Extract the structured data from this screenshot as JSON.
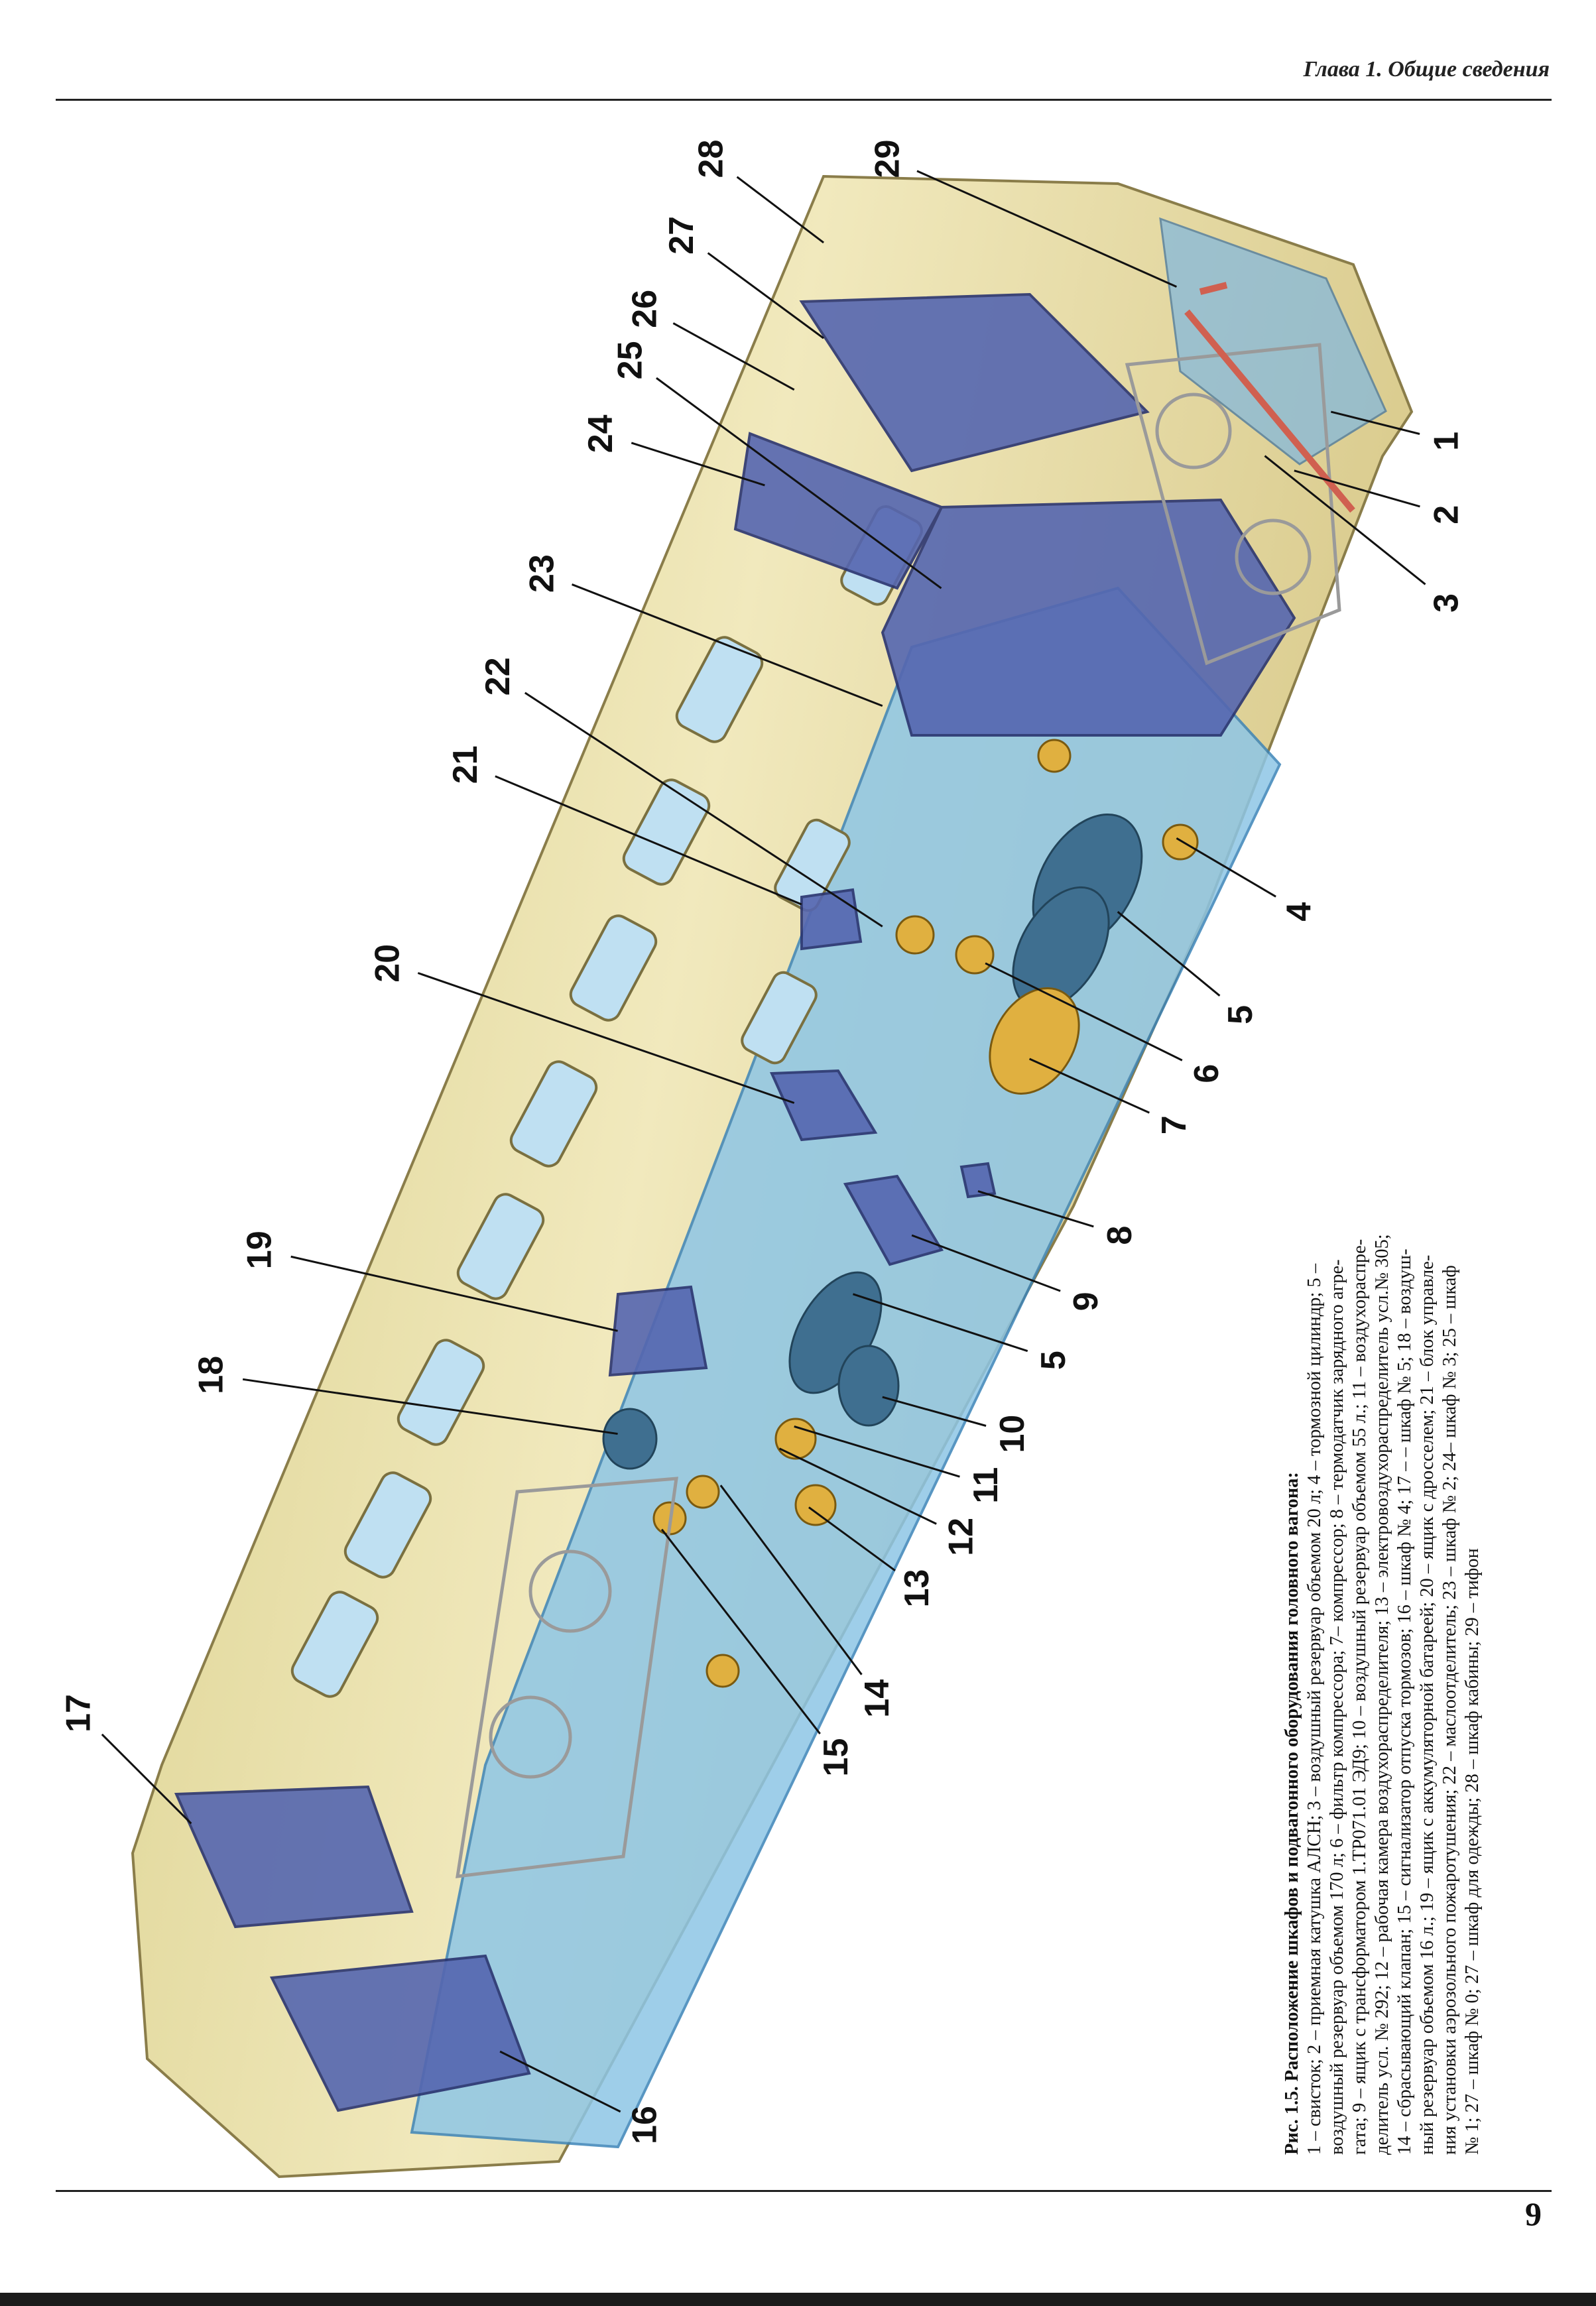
{
  "header": {
    "chapter_title": "Глава 1. Общие сведения"
  },
  "page_number": "9",
  "figure": {
    "callouts": [
      "28",
      "29",
      "27",
      "26",
      "25",
      "24",
      "23",
      "22",
      "21",
      "20",
      "19",
      "18",
      "17",
      "16",
      "15",
      "14",
      "13",
      "12",
      "11",
      "10",
      "5",
      "9",
      "8",
      "7",
      "6",
      "5",
      "4",
      "3",
      "2",
      "1"
    ],
    "caption_title": "Рис. 1.5. Расположение шкафов и подвагонного оборудования головного вагона:",
    "caption_lines": [
      "1 – свисток; 2 – приемная катушка АЛСН; 3 – воздушный резервуар объемом 20 л; 4 – тормозной цилиндр; 5 –",
      "воздушный резервуар объемом 170 л; 6 – фильтр компрессора; 7– компрессор; 8 – термодатчик зарядного агре-",
      "гата; 9 – ящик с трансформатором 1.ТР071.01 ЭД9; 10 – воздушный резервуар объемом 55 л.; 11 – воздухораспре-",
      "делитель усл. № 292; 12 – рабочая камера воздухораспределителя; 13 – электровоздухораспределитель усл.№ 305;",
      "14 – сбрасывающий клапан; 15 – сигнализатор отпуска тормозов; 16 – шкаф № 4; 17 – – шкаф № 5; 18 – воздуш-",
      "ный резервуар объемом 16 л.; 19 – ящик с аккумуляторной батареей; 20 – ящик с дросселем; 21 – блок управле-",
      "ния установки аэрозольного пожаротушения; 22 – маслоотделитель; 23 – шкаф № 2; 24– шкаф № 3; 25 – шкаф",
      "№ 1; 27 – шкаф № 0; 27 – шкаф для одежды; 28 – шкаф кабины; 29 – тифон"
    ]
  },
  "colors": {
    "body": "#e8dca0",
    "floor": "#8ec6e6",
    "cabinet": "#5566b0",
    "equipment": "#e0b040"
  }
}
